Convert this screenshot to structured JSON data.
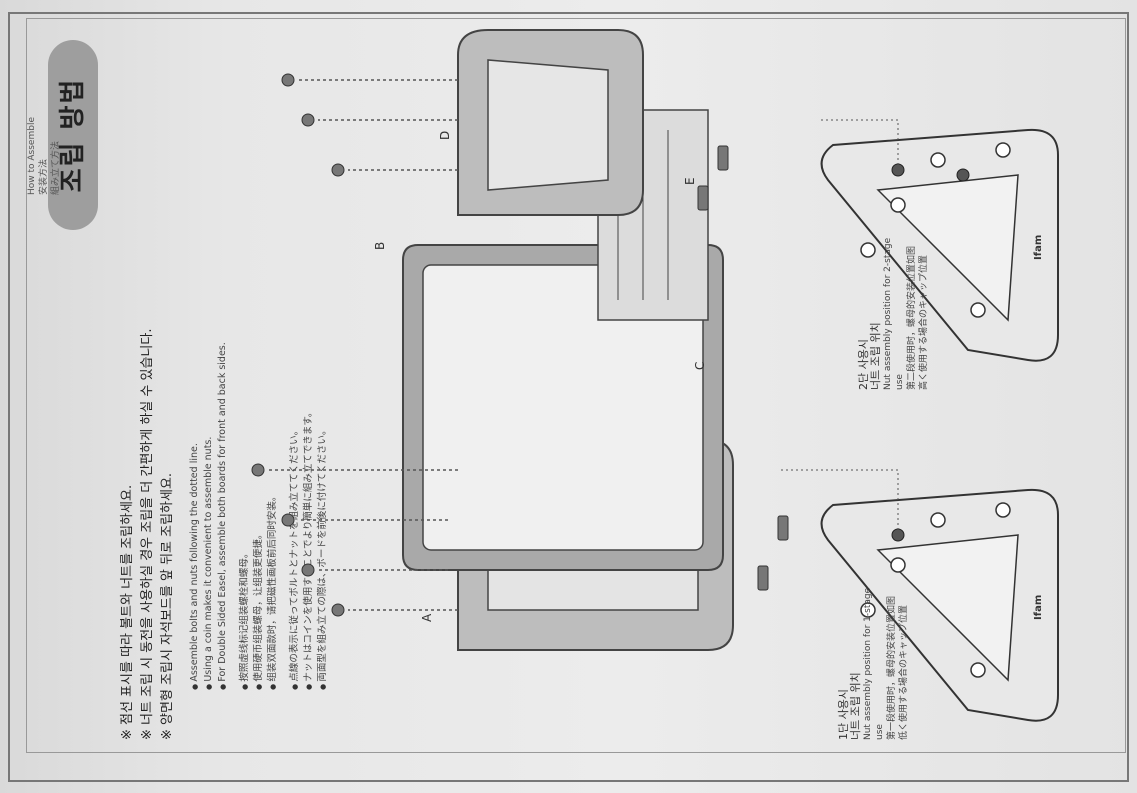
{
  "title": "조립 방법",
  "how_to": [
    "How to Assemble",
    "安装方法",
    "組み立て方法"
  ],
  "notes": [
    "※ 점선 표시를 따라 볼트와 너트를 조립하세요.",
    "※ 너트 조립 시 동전을 사용하실 경우 조립을 더 간편하게 하실 수 있습니다.",
    "※ 양면형 조립시 자석보드를 앞 뒤로 조립하세요."
  ],
  "bullets_en": [
    "Assemble bolts and nuts following the dotted line.",
    "Using a coin makes it convenient to assemble nuts.",
    "For Double Sided Easel, assemble both boards for front and back sides."
  ],
  "bullets_zh": [
    "按照虚线标记组装螺栓和螺母。",
    "使用硬币组装螺母，让组装更便捷。",
    "组装双面款时，请把磁性画板前后同时安装。"
  ],
  "bullets_ja": [
    "点線の表示に従ってボルトとナットを組み立ててください。",
    "ナットはコインを使用することでより簡単に組み立てできます。",
    "両面型を組み立ての際は、ボードを前後に付けてください。"
  ],
  "part_labels": {
    "a": "A",
    "b": "B",
    "c": "C",
    "d": "D",
    "e": "E"
  },
  "caption_1": {
    "ko_title": "1단 사용시",
    "ko_sub": "너트 조립 위치",
    "en": "Nut assembly position for 1-stage use",
    "zh": "第一段使用时，螺母的安装位置如图",
    "ja": "低く使用する場合のキャップ位置"
  },
  "caption_2": {
    "ko_title": "2단 사용시",
    "ko_sub": "너트 조립 위치",
    "en": "Nut assembly position for 2-stage use",
    "zh": "第二段使用时，螺母的安装位置如图",
    "ja": "高く使用する場合のキャップ位置"
  },
  "brand": "Ifam"
}
